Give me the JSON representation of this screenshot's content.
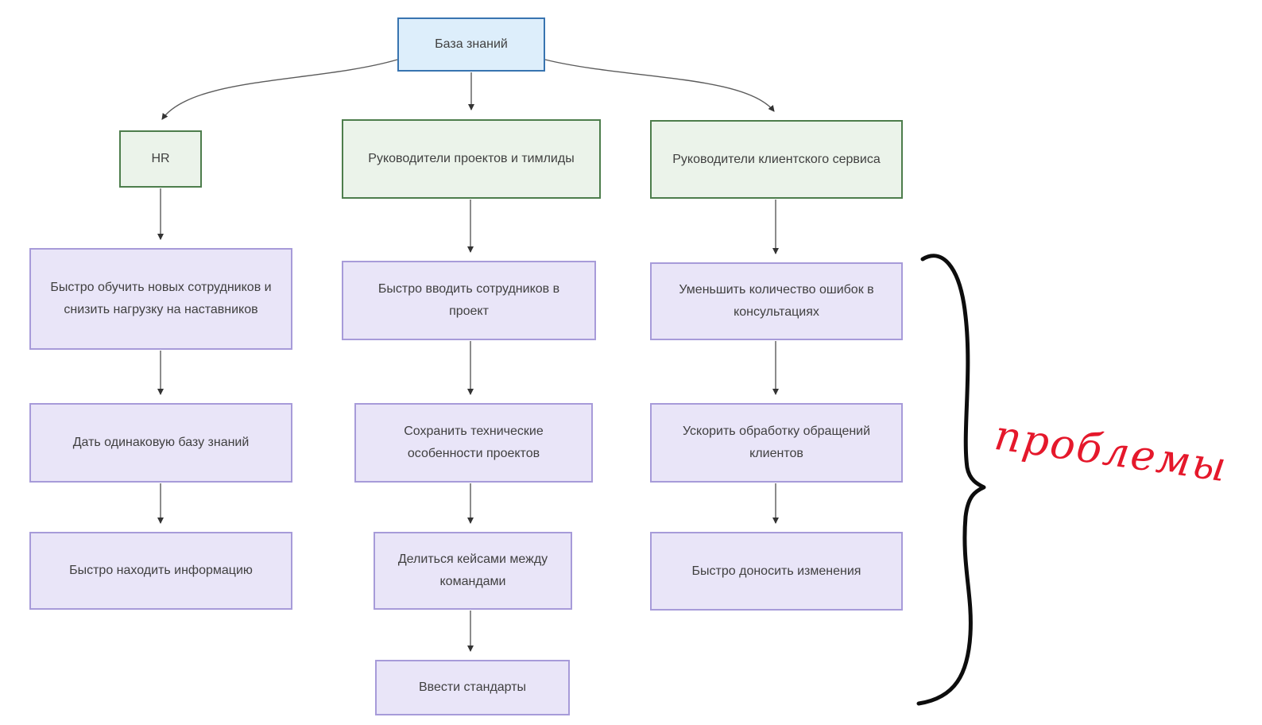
{
  "diagram": {
    "root": {
      "label": "База знаний"
    },
    "branches": [
      {
        "label": "HR",
        "children": [
          "Быстро обучить новых сотрудников и снизить нагрузку на наставников",
          "Дать одинаковую базу знаний",
          "Быстро находить информацию"
        ]
      },
      {
        "label": "Руководители проектов и тимлиды",
        "children": [
          "Быстро вводить сотрудников в проект",
          "Сохранить технические особенности проектов",
          "Делиться кейсами между командами",
          "Ввести стандарты"
        ]
      },
      {
        "label": "Руководители клиентского сервиса",
        "children": [
          "Уменьшить количество ошибок в консультациях",
          "Ускорить обработку обращений клиентов",
          "Быстро доносить изменения"
        ]
      }
    ],
    "annotation": {
      "label": "проблемы",
      "color": "#e5182b"
    },
    "colors": {
      "root_fill": "#ddeefb",
      "root_border": "#3874b0",
      "branch_fill": "#ebf3ea",
      "branch_border": "#4d7d4c",
      "task_fill": "#e9e5f8",
      "task_border": "#a79bd9",
      "connector": "#5b5b5b",
      "arrowhead": "#333333",
      "brace": "#0d0d0d"
    }
  }
}
